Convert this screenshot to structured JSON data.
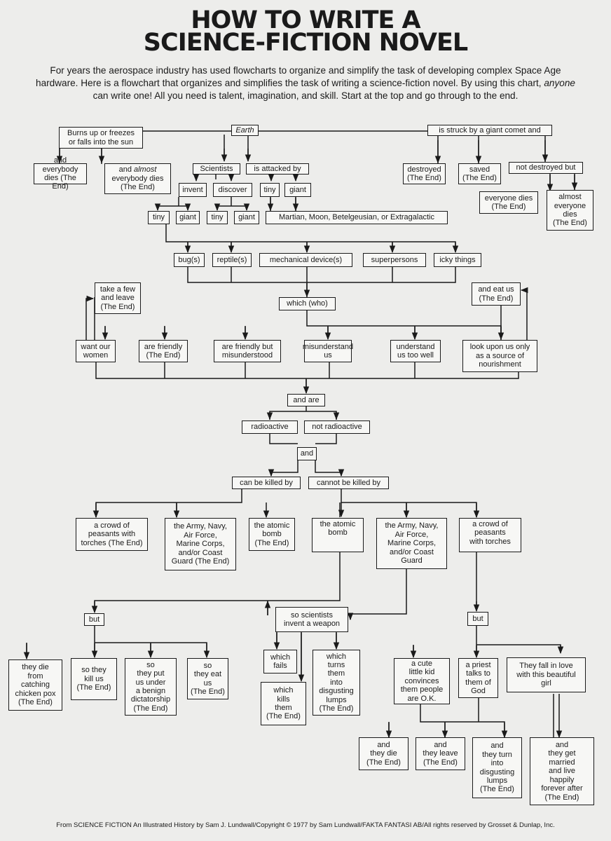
{
  "header": {
    "title_line1": "HOW TO WRITE A",
    "title_line2": "SCIENCE-FICTION NOVEL",
    "intro_part1": "For years the aerospace industry has used flowcharts to organize and simplify the task of developing complex Space Age hardware. Here is a flowchart that organizes and simplifies the task of writing a science-fiction novel. By using this chart, ",
    "intro_emph": "anyone",
    "intro_part2": " can write one! All you need is talent, imagination, and skill. Start at the top and go through to the end."
  },
  "boxes": {
    "earth": "Earth",
    "burns": "Burns up or freezes\nor falls into the sun",
    "everybody_dies": "and everybody\ndies (The End)",
    "almost_everybody": "and almost\neverybody dies\n(The End)",
    "scientists": "Scientists",
    "attacked": "is attacked by",
    "invent": "invent",
    "discover": "discover",
    "tiny_a": "tiny",
    "giant_a": "giant",
    "tiny1": "tiny",
    "giant1": "giant",
    "tiny2": "tiny",
    "giant2": "giant",
    "martian": "Martian, Moon, Betelgeusian, or Extragalactic",
    "comet": "is struck by a giant comet and",
    "destroyed": "destroyed\n(The End)",
    "saved": "saved\n(The End)",
    "not_destroyed": "not destroyed but",
    "everyone_dies": "everyone dies\n(The End)",
    "almost_everyone": "almost\neveryone\ndies\n(The End)",
    "bugs": "bug(s)",
    "reptiles": "reptile(s)",
    "mechanical": "mechanical device(s)",
    "superpersons": "superpersons",
    "icky": "icky things",
    "take_few": "take a few\nand leave\n(The End)",
    "eat_us": "and eat us\n(The End)",
    "which_who": "which (who)",
    "want_women": "want our\nwomen",
    "friendly": "are friendly\n(The End)",
    "friendly_but": "are friendly but\nmisunderstood",
    "misunderstand": "misunderstand\nus",
    "understand": "understand\nus too well",
    "look_upon": "look upon us only\nas a source of\nnourishment",
    "and_are": "and are",
    "radioactive": "radioactive",
    "not_radioactive": "not radioactive",
    "and": "and",
    "can_killed": "can be killed by",
    "cannot_killed": "cannot be killed by",
    "crowd_end": "a crowd of\npeasants with\ntorches (The End)",
    "army_end": "the Army, Navy,\nAir Force,\nMarine Corps,\nand/or Coast\nGuard (The End)",
    "bomb_end": "the atomic\nbomb\n(The End)",
    "bomb": "the atomic\nbomb",
    "army": "the Army, Navy,\nAir Force,\nMarine Corps,\nand/or Coast\nGuard",
    "crowd": "a crowd of\npeasants\nwith torches",
    "but_left": "but",
    "so_scientists": "so scientists\ninvent a weapon",
    "but_right": "but",
    "chicken_pox": "they die\nfrom\ncatching\nchicken pox\n(The End)",
    "kill_us": "so they\nkill us\n(The End)",
    "dictatorship": "so\nthey put\nus under\na benign\ndictatorship\n(The End)",
    "eat_us2": "so\nthey eat\nus\n(The End)",
    "which_fails": "which\nfails",
    "which_kills": "which\nkills\nthem\n(The End)",
    "which_turns": "which\nturns\nthem\ninto\ndisgusting\nlumps\n(The End)",
    "cute_kid": "a cute\nlittle kid\nconvinces\nthem people\nare O.K.",
    "priest": "a priest\ntalks to\nthem of\nGod",
    "fall_love": "They fall in love\nwith this beautiful\ngirl",
    "they_die": "and\nthey die\n(The End)",
    "they_leave": "and\nthey leave\n(The End)",
    "turn_lumps": "and\nthey turn\ninto\ndisgusting\nlumps\n(The End)",
    "married": "and\nthey get\nmarried\nand live\nhappily\nforever after\n(The End)"
  },
  "footer": "From SCIENCE FICTION An Illustrated History by Sam J. Lundwall/Copyright © 1977 by Sam Lundwall/FAKTA FANTASI AB/All rights reserved by Grosset & Dunlap, Inc."
}
